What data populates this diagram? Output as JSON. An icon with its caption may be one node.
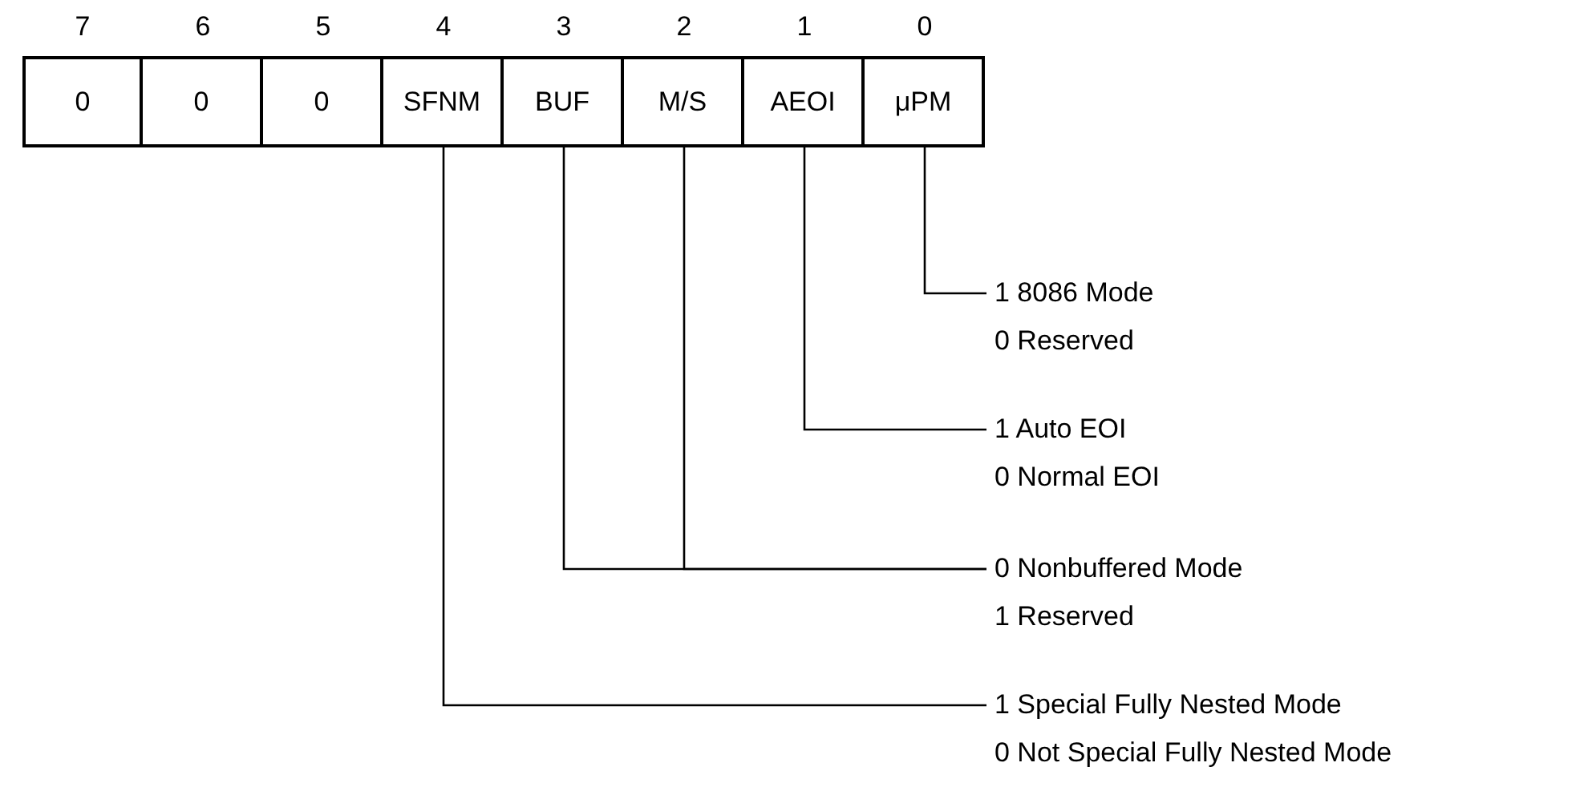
{
  "diagram": {
    "nodes": [
      {
        "text": [
          "0"
        ],
        "beside": [
          "7"
        ]
      },
      {
        "text": [
          "0"
        ],
        "beside": [
          "6"
        ]
      },
      {
        "text": [
          "0"
        ],
        "beside": [
          "5"
        ]
      },
      {
        "text": [
          "SFNM"
        ],
        "beside": [
          "4"
        ]
      },
      {
        "text": [
          "BUF"
        ],
        "beside": [
          "3"
        ]
      },
      {
        "text": [
          "M/S"
        ],
        "beside": [
          "2"
        ]
      },
      {
        "text": [
          "AEOI"
        ],
        "beside": [
          "1"
        ]
      },
      {
        "text": [
          "μPM"
        ],
        "beside": [
          "0"
        ]
      },
      {
        "text": [
          "1 8086 Mode",
          "0 Reserved"
        ]
      },
      {
        "text": [
          "1 Auto EOI",
          "0 Normal EOI"
        ]
      },
      {
        "text": [
          "0 Nonbuffered Mode",
          "1 Reserved"
        ]
      },
      {
        "text": [
          "1 Special Fully Nested Mode",
          "0 Not Special Fully Nested Mode"
        ]
      }
    ],
    "edges": [
      {
        "from": 7,
        "to": 8,
        "arrow": "none"
      },
      {
        "from": 6,
        "to": 9,
        "arrow": "none"
      },
      {
        "from": 4,
        "to": 10,
        "arrow": "none"
      },
      {
        "from": 5,
        "to": 10,
        "arrow": "none"
      },
      {
        "from": 3,
        "to": 11,
        "arrow": "none"
      }
    ]
  }
}
